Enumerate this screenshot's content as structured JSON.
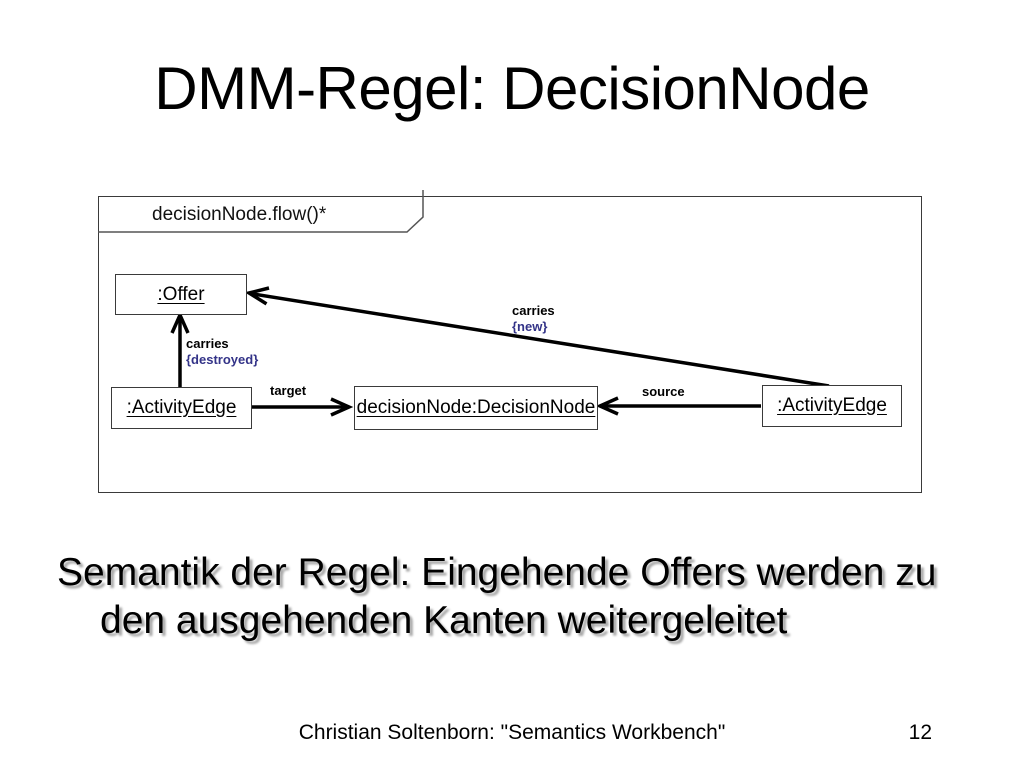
{
  "slide": {
    "title": "DMM-Regel: DecisionNode",
    "body_line1": "Semantik der Regel: Eingehende Offers werden zu",
    "body_line2": "den ausgehenden Kanten weitergeleitet",
    "footer": "Christian Soltenborn: \"Semantics Workbench\"",
    "page_number": "12"
  },
  "diagram": {
    "frame_label": "decisionNode.flow()*",
    "nodes": {
      "offer": ":Offer",
      "activity_edge_left": ":ActivityEdge",
      "decision_node": "decisionNode:DecisionNode",
      "activity_edge_right": ":ActivityEdge"
    },
    "edges": {
      "carries_destroyed": {
        "label": "carries",
        "constraint": "{destroyed}"
      },
      "carries_new": {
        "label": "carries",
        "constraint": "{new}"
      },
      "target": {
        "label": "target"
      },
      "source": {
        "label": "source"
      }
    },
    "colors": {
      "constraint_text": "#333388",
      "line": "#000000",
      "box_border": "#3a3a3a"
    }
  }
}
